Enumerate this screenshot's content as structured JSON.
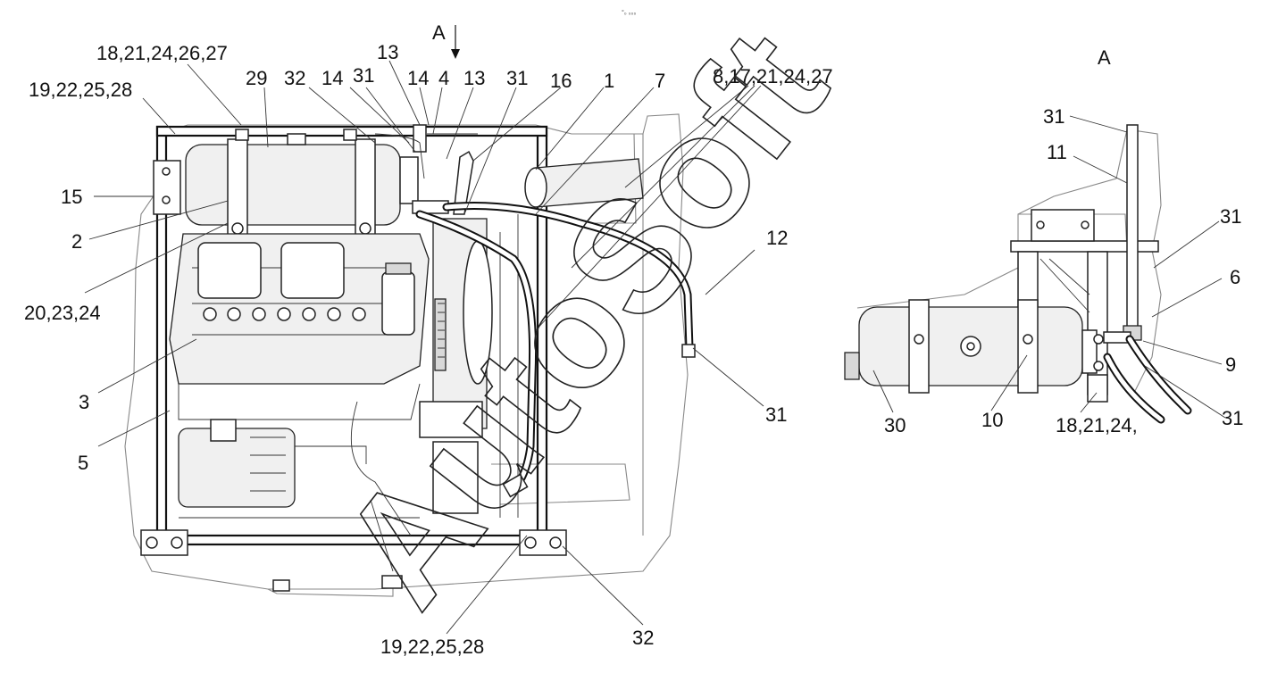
{
  "header": {
    "caption": "°₀ ₀₀₀"
  },
  "view_arrow": {
    "label": "A"
  },
  "detail_view": {
    "title": "A"
  },
  "labels": {
    "l_18_21_24_26_27": "18,21,24,26,27",
    "l_19_22_25_28_top": "19,22,25,28",
    "l_29": "29",
    "l_32_top": "32",
    "l_14_a": "14",
    "l_31_a": "31",
    "l_13_a": "13",
    "l_14_b": "14",
    "l_4": "4",
    "l_13_b": "13",
    "l_31_b": "31",
    "l_16": "16",
    "l_1": "1",
    "l_7": "7",
    "l_8_17_21_24_27": "8,17,21,24,27",
    "l_15": "15",
    "l_2": "2",
    "l_12": "12",
    "l_20_23_24": "20,23,24",
    "l_3": "3",
    "l_5": "5",
    "l_31_c": "31",
    "l_19_22_25_28_bottom": "19,22,25,28",
    "l_32_bottom": "32",
    "d_31_top": "31",
    "d_11": "11",
    "d_31_right": "31",
    "d_6": "6",
    "d_9": "9",
    "d_31_bottom": "31",
    "d_30": "30",
    "d_10": "10",
    "d_18_21_24": "18,21,24,"
  },
  "watermark": {
    "text": "AutoSoft"
  }
}
